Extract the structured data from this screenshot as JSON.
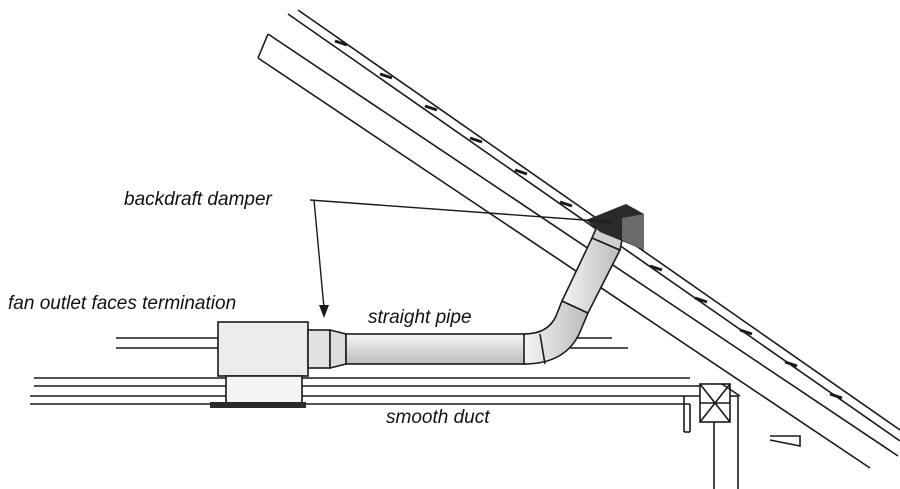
{
  "labels": {
    "backdraft_damper": "backdraft damper",
    "fan_outlet": "fan outlet faces termination",
    "straight_pipe": "straight pipe",
    "smooth_duct": "smooth duct"
  },
  "colors": {
    "line": "#1a1a1a",
    "duct_fill": "#e4e4e4",
    "fan_fill": "#ececec",
    "damper": "#2a2a2a",
    "background": "#ffffff"
  }
}
